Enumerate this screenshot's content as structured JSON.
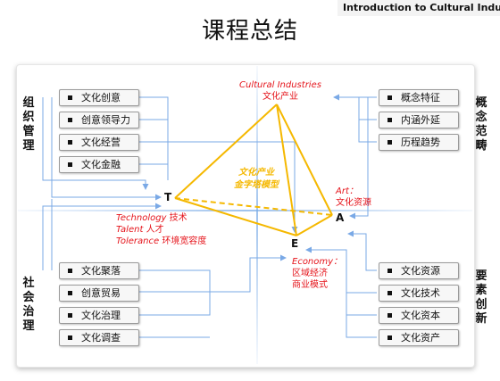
{
  "header": {
    "course_title": "Introduction to Cultural Indust",
    "slide_title": "课程总结"
  },
  "sections": {
    "top_left": [
      "组",
      "织",
      "管",
      "理"
    ],
    "bottom_left": [
      "社",
      "会",
      "治",
      "理"
    ],
    "top_right": [
      "概",
      "念",
      "范",
      "畴"
    ],
    "bottom_right": [
      "要",
      "素",
      "创",
      "新"
    ]
  },
  "left_top_boxes": [
    "文化创意",
    "创意领导力",
    "文化经营",
    "文化金融"
  ],
  "left_bottom_boxes": [
    "文化聚落",
    "创意贸易",
    "文化治理",
    "文化调查"
  ],
  "right_top_boxes": [
    "概念特征",
    "内涵外延",
    "历程趋势"
  ],
  "right_bottom_boxes": [
    "文化资源",
    "文化技术",
    "文化资本",
    "文化资产"
  ],
  "vertices": {
    "t": "T",
    "a": "A",
    "e": "E"
  },
  "pyramid": {
    "apex_en": "Cultural Industries",
    "apex_cn": "文化产业",
    "model_line1": "文化产业",
    "model_line2": "金字塔模型",
    "art_en": "Art",
    "art_cn": "文化资源",
    "tech_en": "Technology",
    "tech_cn": "技术",
    "talent_en": "Talent",
    "talent_cn": "人才",
    "tolerance_en": "Tolerance",
    "tolerance_cn": "环境宽容度",
    "economy_en": "Economy",
    "economy_cn1": "区域经济",
    "economy_cn2": "商业模式"
  },
  "colors": {
    "pyramid_line": "#f5b800",
    "label_red": "#e5141b",
    "connector": "#7aa9e6"
  }
}
